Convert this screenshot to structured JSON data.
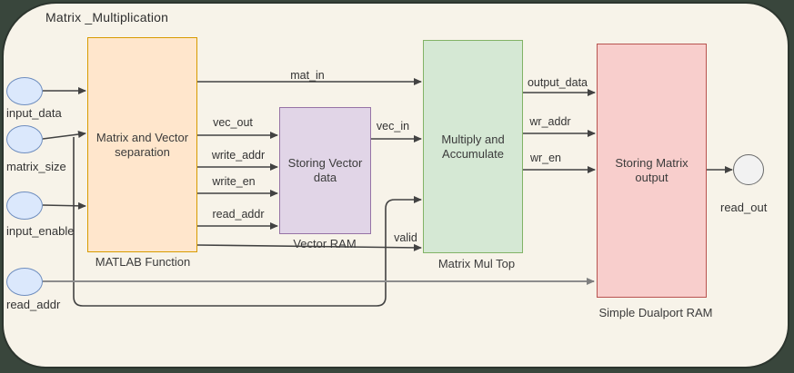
{
  "title": "Matrix _Multiplication",
  "blocks": {
    "separation": {
      "label": "Matrix and Vector separation",
      "caption": "MATLAB Function"
    },
    "vector_ram": {
      "label": "Storing Vector data",
      "caption": "Vector RAM"
    },
    "mac": {
      "label": "Multiply and Accumulate",
      "caption": "Matrix Mul Top"
    },
    "output_ram": {
      "label": "Storing Matrix output",
      "caption": "Simple Dualport RAM"
    }
  },
  "ports": {
    "inputs": [
      {
        "label": "input_data"
      },
      {
        "label": "matrix_size"
      },
      {
        "label": "input_enable"
      },
      {
        "label": "read_addr"
      }
    ],
    "output": {
      "label": "read_out"
    }
  },
  "signals": {
    "mat_in": "mat_in",
    "vec_out": "vec_out",
    "write_addr": "write_addr",
    "write_en": "write_en",
    "read_addr": "read_addr",
    "valid": "valid",
    "vec_in": "vec_in",
    "output_data": "output_data",
    "wr_addr": "wr_addr",
    "wr_en": "wr_en"
  },
  "colors": {
    "canvas_bg": "#f7f3e9",
    "outer_bg": "#39463c",
    "frame_border": "#2c352e",
    "block_orange_fill": "#ffe6cc",
    "block_orange_stroke": "#d79b00",
    "block_purple_fill": "#e1d5e7",
    "block_purple_stroke": "#9673a6",
    "block_green_fill": "#d5e8d4",
    "block_green_stroke": "#82b366",
    "block_pink_fill": "#f8cecc",
    "block_pink_stroke": "#b85450",
    "input_port_fill": "#dbe8fc",
    "input_port_stroke": "#6f8ebf",
    "output_port_fill": "#f2f2f2",
    "output_port_stroke": "#6a6a6a",
    "wire": "#424242",
    "wire_gray": "#8c8c8c",
    "text": "#333333"
  }
}
